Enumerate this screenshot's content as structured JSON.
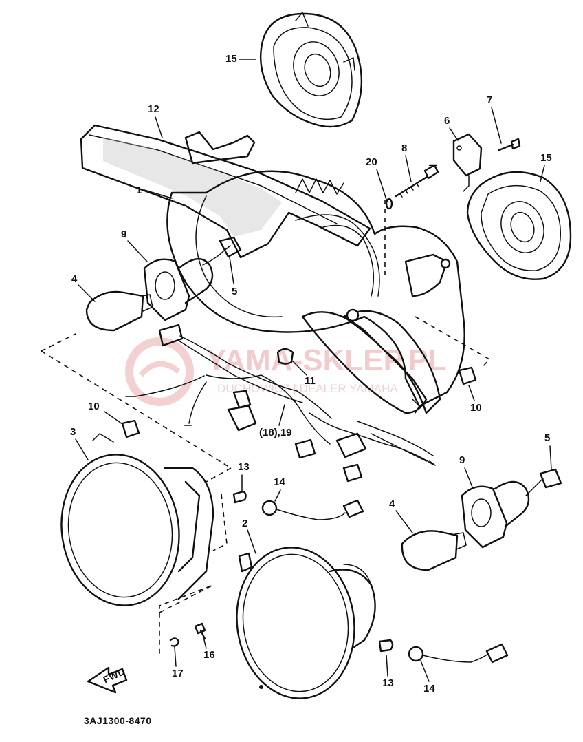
{
  "labels": {
    "p1": "1",
    "p2": "2",
    "p3": "3",
    "p4a": "4",
    "p4b": "4",
    "p5a": "5",
    "p5b": "5",
    "p6": "6",
    "p7": "7",
    "p8": "8",
    "p9a": "9",
    "p9b": "9",
    "p10a": "10",
    "p10b": "10",
    "p11": "11",
    "p12": "12",
    "p13a": "13",
    "p13b": "13",
    "p14a": "14",
    "p14b": "14",
    "p15a": "15",
    "p15b": "15",
    "p16": "16",
    "p17": "17",
    "p18_19": "(18),19",
    "p20": "20"
  },
  "fwd_label": "FWD",
  "diagram_code": "3AJ1300-8470",
  "watermark": {
    "main": "YAMA-SKLEP.PL",
    "sub": "DUCHOWICZ | DEALER YAMAHA"
  },
  "colors": {
    "line": "#111111",
    "watermark": "#e8a3a3"
  }
}
